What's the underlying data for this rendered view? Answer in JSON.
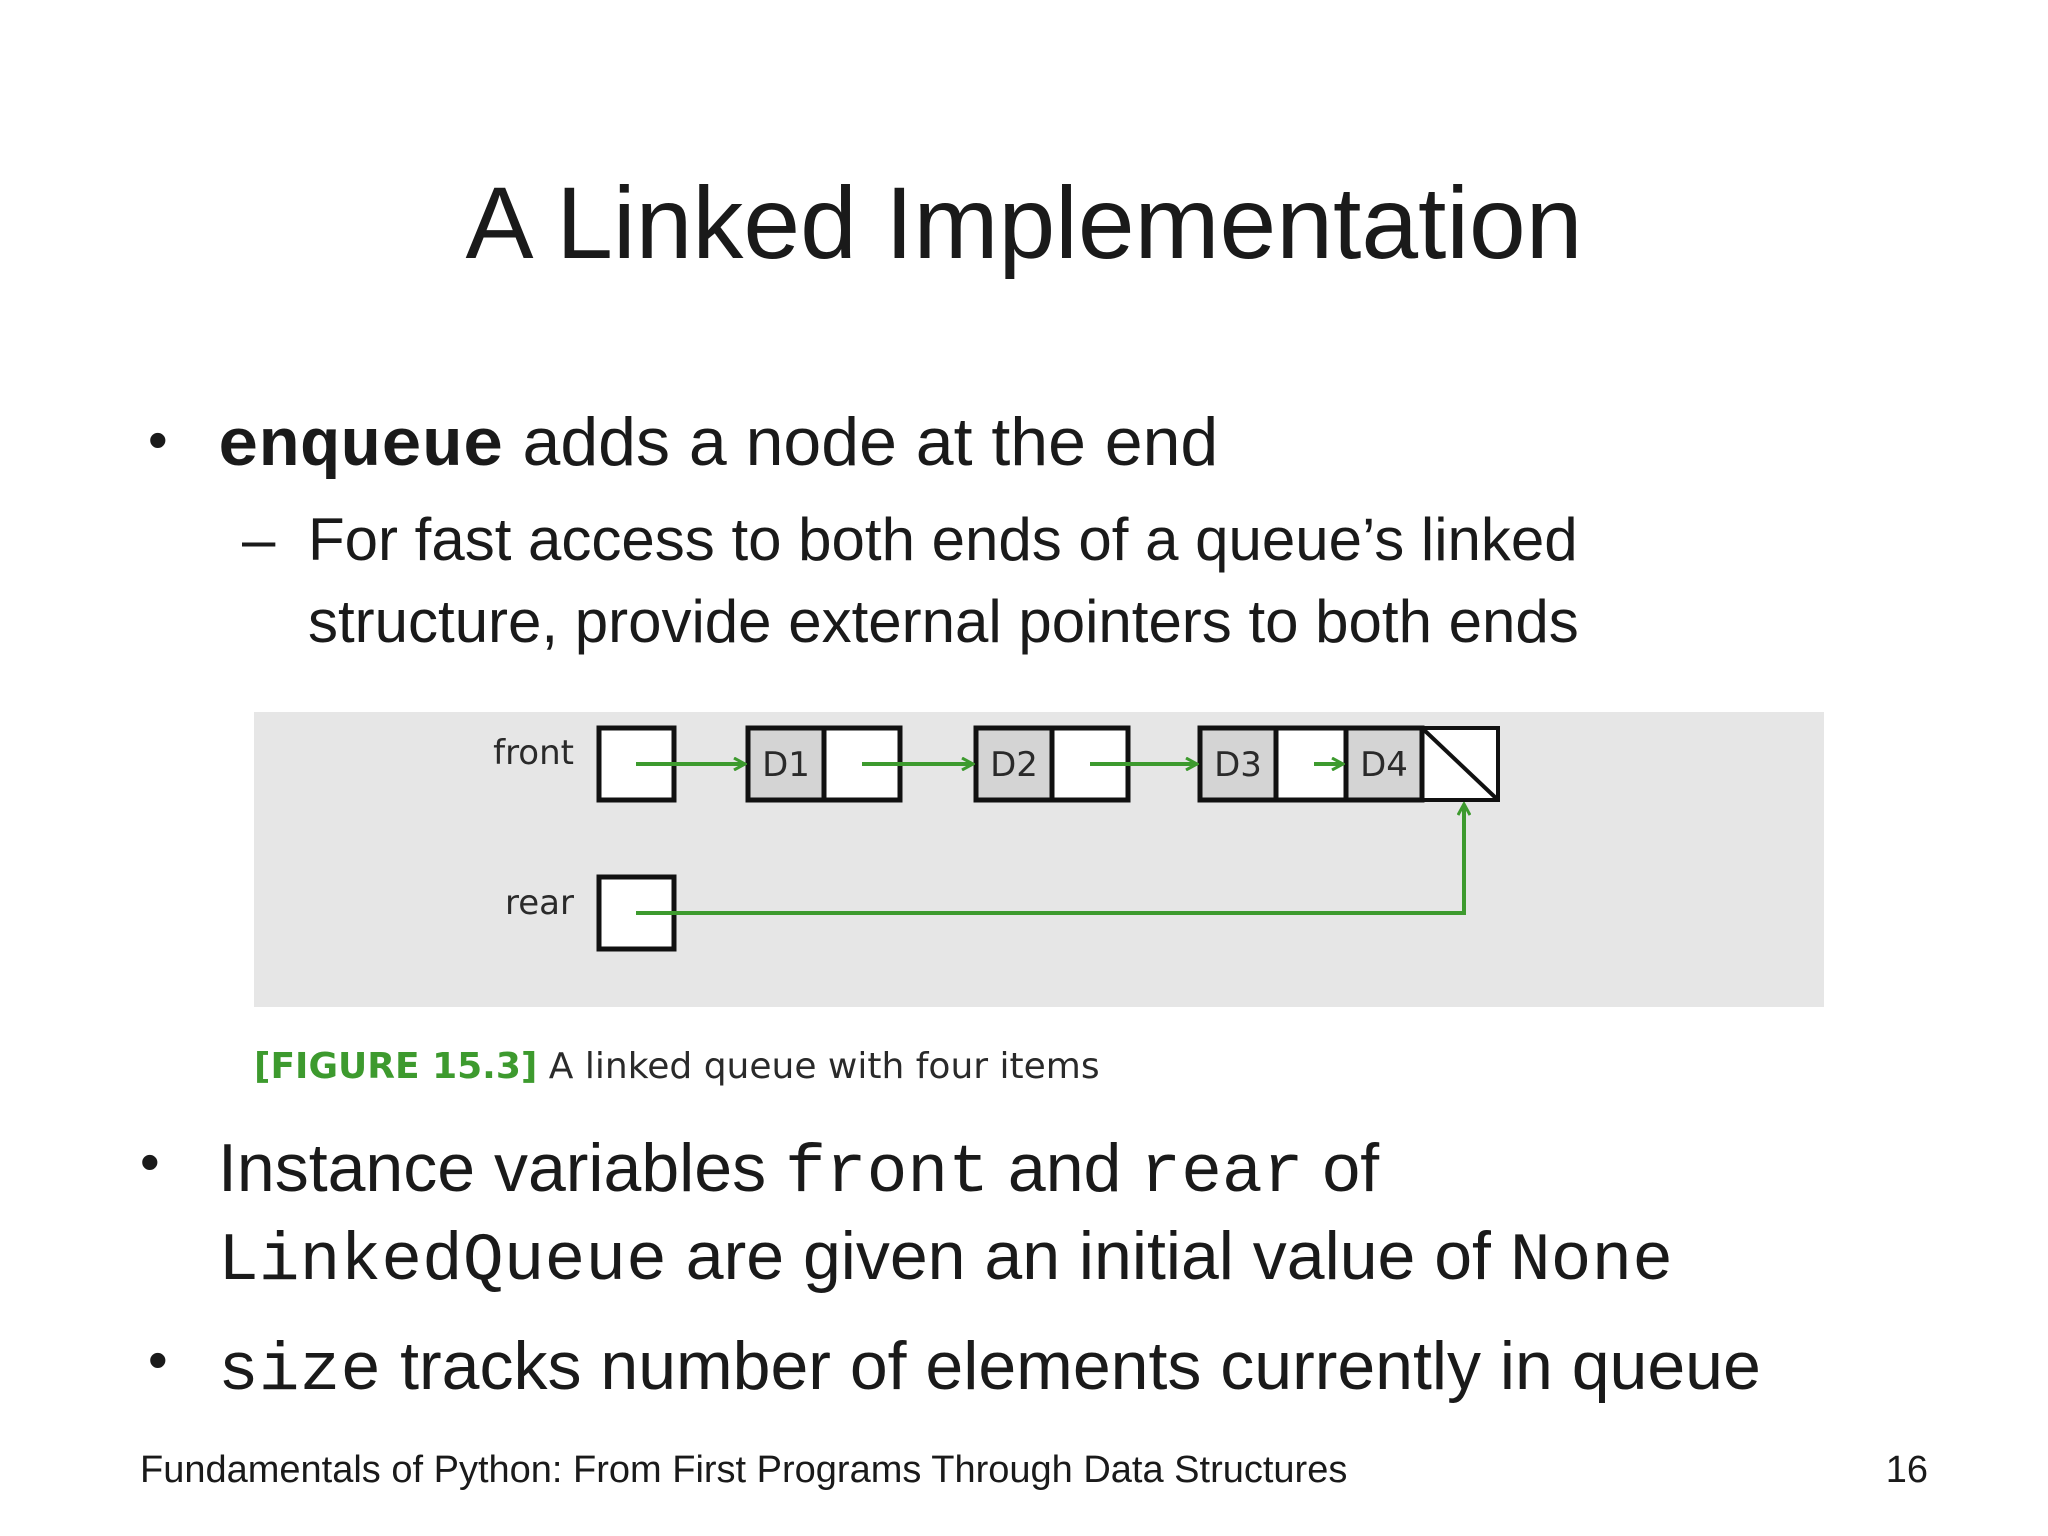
{
  "title": "A Linked Implementation",
  "bullet1": {
    "code": "enqueue",
    "text": " adds a node at the end"
  },
  "sub1": {
    "dash": "–",
    "line1": "For fast access to both ends of a queue’s linked",
    "line2": "structure, provide external pointers to both ends"
  },
  "figure": {
    "front_label": "front",
    "rear_label": "rear",
    "nodes": [
      "D1",
      "D2",
      "D3",
      "D4"
    ],
    "caption_tag": "[FIGURE 15.3]",
    "caption_text": "A linked queue with four items",
    "colors": {
      "arrow": "#3d9a2e",
      "background": "#e6e6e6",
      "data_cell": "#d4d4d4"
    }
  },
  "bullet2": {
    "t1": "Instance variables ",
    "c1": "front",
    "t2": " and ",
    "c2": "rear",
    "t3": " of",
    "c3": "LinkedQueue",
    "t4": " are given an initial value of ",
    "c4": "None"
  },
  "bullet3": {
    "c1": "size",
    "t1": " tracks number of elements currently in queue"
  },
  "footer": {
    "source": "Fundamentals of Python: From First Programs Through Data Structures",
    "page": "16"
  }
}
